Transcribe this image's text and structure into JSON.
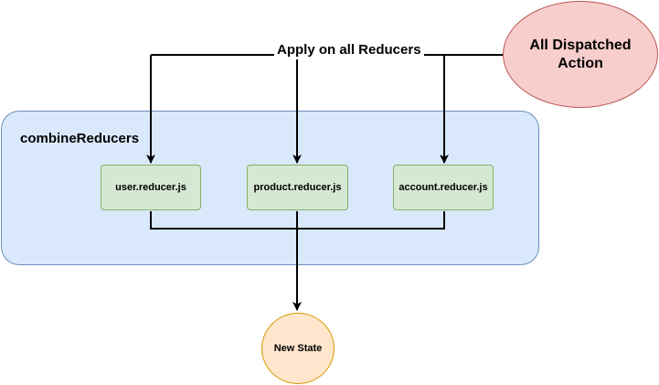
{
  "diagram": {
    "container": {
      "label": "combineReducers"
    },
    "action": {
      "label": "All Dispatched Action"
    },
    "edge_label": "Apply on all Reducers",
    "reducers": [
      {
        "label": "user.reducer.js"
      },
      {
        "label": "product.reducer.js"
      },
      {
        "label": "account.reducer.js"
      }
    ],
    "output": {
      "label": "New State"
    }
  },
  "colors": {
    "container_fill": "#dae8fc",
    "container_stroke": "#6c8ebf",
    "reducer_fill": "#d5e8d4",
    "reducer_stroke": "#82b366",
    "action_fill": "#f8cecc",
    "action_stroke": "#b85450",
    "output_fill": "#ffe6cc",
    "output_stroke": "#d79b00",
    "edge": "#000000"
  }
}
